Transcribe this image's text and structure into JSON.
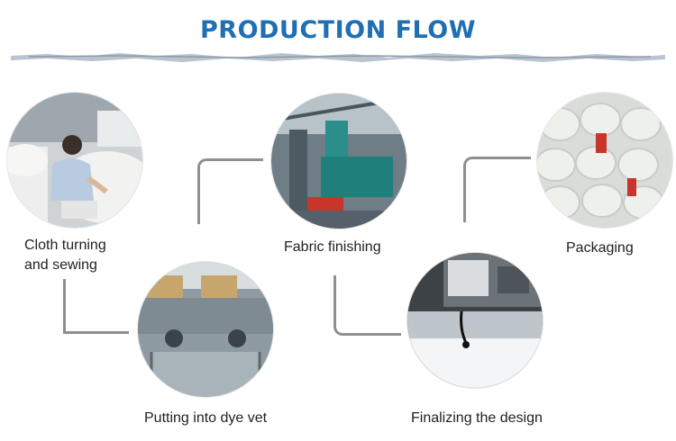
{
  "title": "PRODUCTION FLOW",
  "colors": {
    "title": "#1f6fb2",
    "connector": "#8f8f8f",
    "label": "#222222"
  },
  "steps": [
    {
      "label": "Cloth turning and sewing",
      "label_line1": "Cloth turning",
      "label_line2": "and sewing",
      "photo": "worker-sewing-cloth"
    },
    {
      "label": "Putting into dye vet",
      "photo": "dyeing-machine"
    },
    {
      "label": "Fabric finishing",
      "photo": "finishing-machinery"
    },
    {
      "label": "Finalizing the design",
      "photo": "design-finalizing-machine"
    },
    {
      "label": "Packaging",
      "photo": "packaged-fabric-rolls"
    }
  ]
}
